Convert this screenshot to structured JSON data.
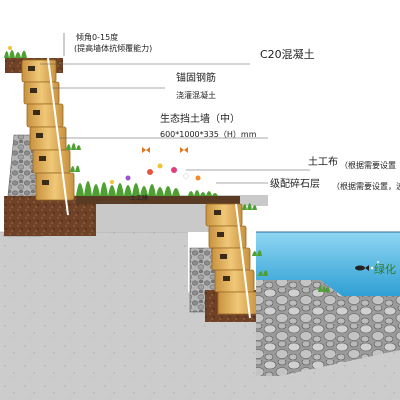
{
  "labels": {
    "tilt_angle": "倾角0-15度",
    "tilt_note": "(提高墙体抗倾覆能力)",
    "c20_concrete": "C20混凝土",
    "anchor_rebar": "锚固钢筋",
    "pour_concrete": "浇灌混凝土",
    "eco_wall": "生态挡土墙（中）",
    "wall_dims": "600*1000*335（H）mm",
    "geotextile": "土工布",
    "geotextile_note": "（根据需要设置",
    "graded_gravel": "级配碎石层",
    "graded_gravel_note": "（根据需要设置，波",
    "soil_membrane": "土工膜",
    "greening": "绿化"
  },
  "colors": {
    "block_fill": "#e5b65f",
    "block_edge": "#9a6a22",
    "soil": "#7a4a2a",
    "ground": "#cfcfcf",
    "water": "#5cc0e8",
    "gravel": "#9a9a9a",
    "vegetation": "#4ea032",
    "leader_line": "#555555"
  },
  "icons": [
    "grass-icon",
    "flower-icon",
    "butterfly-icon",
    "fish-icon",
    "rebar-icon"
  ]
}
